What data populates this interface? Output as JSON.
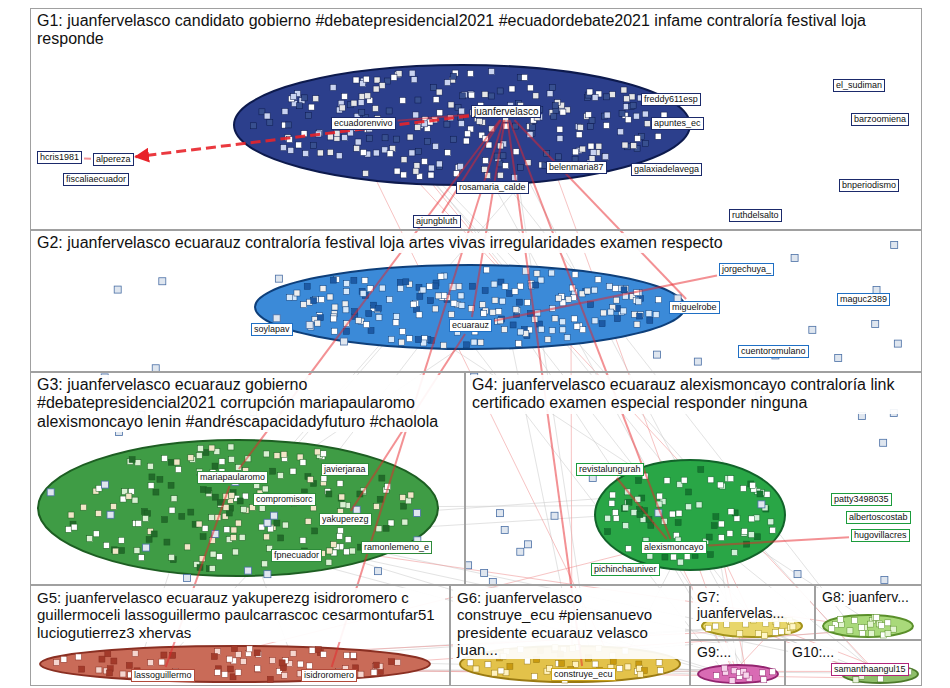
{
  "diagram": {
    "nodes": [
      {
        "text": [
          "G1: juanfervelasco candidato gobierno #debatepresidencial2021 #ecuadordebate2021 infame contraloría festival loja responde"
        ]
      },
      {
        "text": [
          "G2: juanfervelasco ecuarauz contraloría festival loja artes vivas irregularidades examen respecto"
        ]
      },
      {
        "text": [
          "G3: juanfervelasco ecuarauz gobierno #debatepresidencial2021 corrupción mariapaularomo alexismoncayo lenin #andréscapacidadyfuturo #chaolola"
        ]
      },
      {
        "text": [
          "G4: juanfervelasco ecuarauz alexismoncayo contraloría link certificado examen especial responder ninguna"
        ]
      },
      {
        "text": [
          "G5: juanfervelasco ecuarauz yakuperezg isidroromero c guillermoceli lassoguillermo paulcarrascoc cesarmontufar51 luciogutierrez3 xhervas"
        ]
      },
      {
        "text": [
          "G6: juanfervelasco construye_ecu #piensanuevo presidente ecuarauz velasco juan..."
        ]
      },
      {
        "text": [
          "G7: juanfervelas..."
        ]
      },
      {
        "text": [
          "G8: juanferv..."
        ]
      },
      {
        "text": [
          "G9:..."
        ]
      },
      {
        "text": [
          "G10:..."
        ]
      },
      {
        "text": [
          "juanfervelasco"
        ],
        "in": 0
      },
      {
        "text": [
          "alpereza"
        ],
        "in": 0
      },
      {
        "text": [
          "fiscaliaecuador"
        ],
        "in": 0
      },
      {
        "text": [
          "hcris1981"
        ],
        "in": 0
      },
      {
        "text": [
          "el_sudiman"
        ],
        "in": 0
      },
      {
        "text": [
          "barzoomiena"
        ],
        "in": 0
      },
      {
        "text": [
          "bnperiodismo"
        ],
        "in": 0
      },
      {
        "text": [
          "ruthdelsalto"
        ],
        "in": 0
      },
      {
        "text": [
          "ajungbluth"
        ],
        "in": 0
      },
      {
        "text": [
          "ecuadorenvivo"
        ],
        "in": 0
      },
      {
        "text": [
          "freddy611esp"
        ],
        "in": 0
      },
      {
        "text": [
          "apuntes_ec"
        ],
        "in": 0
      },
      {
        "text": [
          "belenmaria87"
        ],
        "in": 0
      },
      {
        "text": [
          "galaxiadelavega"
        ],
        "in": 0
      },
      {
        "text": [
          "rosamaria_calde"
        ],
        "in": 0
      },
      {
        "text": [
          "ecuarauz"
        ],
        "in": 1
      },
      {
        "text": [
          "jorgechuya_"
        ],
        "in": 1
      },
      {
        "text": [
          "maguc2389"
        ],
        "in": 1
      },
      {
        "text": [
          "cuentoromulano"
        ],
        "in": 1
      },
      {
        "text": [
          "miguelrobe"
        ],
        "in": 1
      },
      {
        "text": [
          "soylapav"
        ],
        "in": 1
      },
      {
        "text": [
          "mariapaularomo"
        ],
        "in": 2
      },
      {
        "text": [
          "yakuperezg"
        ],
        "in": 2
      },
      {
        "text": [
          "javierjaraa"
        ],
        "in": 2
      },
      {
        "text": [
          "compromisorc"
        ],
        "in": 2
      },
      {
        "text": [
          "fpnecuador"
        ],
        "in": 2
      },
      {
        "text": [
          "ramonlemeno_e"
        ],
        "in": 2
      },
      {
        "text": [
          "alexismoncayo"
        ],
        "in": 3
      },
      {
        "text": [
          "revistalungurah"
        ],
        "in": 3
      },
      {
        "text": [
          "pichinchauniver"
        ],
        "in": 3
      },
      {
        "text": [
          "patty3498035"
        ],
        "in": 3
      },
      {
        "text": [
          "albertoscostab"
        ],
        "in": 3
      },
      {
        "text": [
          "hugovillacres"
        ],
        "in": 3
      },
      {
        "text": [
          "isidroromero"
        ],
        "in": 4
      },
      {
        "text": [
          "lassoguillermo"
        ],
        "in": 4
      },
      {
        "text": [
          "construye_ecu"
        ],
        "in": 5
      },
      {
        "text": [
          "samanthaangul15"
        ],
        "in": 9
      }
    ],
    "edges": [
      {
        "from": 10,
        "to": 11,
        "arrow": "to"
      },
      {
        "from": 13,
        "to": 11,
        "arrow": "none"
      },
      {
        "from": 19,
        "to": 10,
        "arrow": "none"
      },
      {
        "from": 18,
        "to": 10,
        "arrow": "none"
      },
      {
        "from": 25,
        "to": 10,
        "arrow": "none"
      },
      {
        "from": 29,
        "to": 10,
        "arrow": "none"
      },
      {
        "from": 31,
        "to": 10,
        "arrow": "none"
      },
      {
        "from": 37,
        "to": 10,
        "arrow": "none"
      },
      {
        "from": 43,
        "to": 10,
        "arrow": "none"
      },
      {
        "from": 45,
        "to": 10,
        "arrow": "none"
      },
      {
        "from": 32,
        "to": 25,
        "arrow": "none"
      },
      {
        "from": 26,
        "to": 25,
        "arrow": "none"
      },
      {
        "from": 38,
        "to": 37,
        "arrow": "none"
      },
      {
        "from": 42,
        "to": 37,
        "arrow": "none"
      },
      {
        "from": 44,
        "to": 31,
        "arrow": "none"
      }
    ]
  }
}
